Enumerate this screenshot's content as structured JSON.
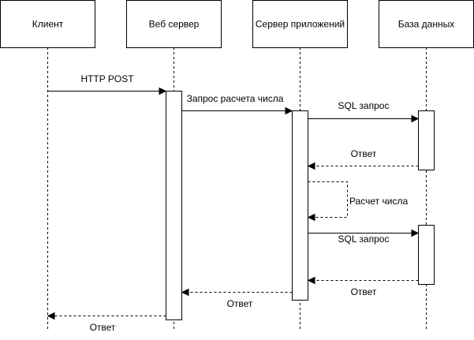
{
  "participants": [
    {
      "id": "client",
      "label": "Клиент"
    },
    {
      "id": "web",
      "label": "Веб сервер"
    },
    {
      "id": "app",
      "label": "Сервер приложений"
    },
    {
      "id": "db",
      "label": "База данных"
    }
  ],
  "messages": [
    {
      "id": "http-post",
      "from": "client",
      "to": "web",
      "label": "HTTP POST",
      "style": "solid"
    },
    {
      "id": "calc-request",
      "from": "web",
      "to": "app",
      "label": "Запрос расчета числа",
      "style": "solid"
    },
    {
      "id": "sql-request-1",
      "from": "app",
      "to": "db",
      "label": "SQL запрос",
      "style": "solid"
    },
    {
      "id": "db-reply-1",
      "from": "db",
      "to": "app",
      "label": "Ответ",
      "style": "dashed"
    },
    {
      "id": "calc-self",
      "from": "app",
      "to": "app",
      "label": "Расчет числа",
      "style": "dashed"
    },
    {
      "id": "sql-request-2",
      "from": "app",
      "to": "db",
      "label": "SQL запрос",
      "style": "solid"
    },
    {
      "id": "db-reply-2",
      "from": "db",
      "to": "app",
      "label": "Ответ",
      "style": "dashed"
    },
    {
      "id": "app-reply",
      "from": "app",
      "to": "web",
      "label": "Ответ",
      "style": "dashed"
    },
    {
      "id": "web-reply",
      "from": "web",
      "to": "client",
      "label": "Ответ",
      "style": "dashed"
    }
  ]
}
